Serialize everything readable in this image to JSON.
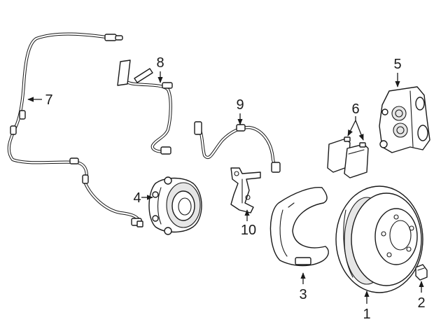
{
  "callouts": {
    "c1": "1",
    "c2": "2",
    "c3": "3",
    "c4": "4",
    "c5": "5",
    "c6": "6",
    "c7": "7",
    "c8": "8",
    "c9": "9",
    "c10": "10"
  },
  "colors": {
    "line": "#1a1a1a",
    "fill": "#ffffff",
    "shade": "#e6e6e6"
  }
}
